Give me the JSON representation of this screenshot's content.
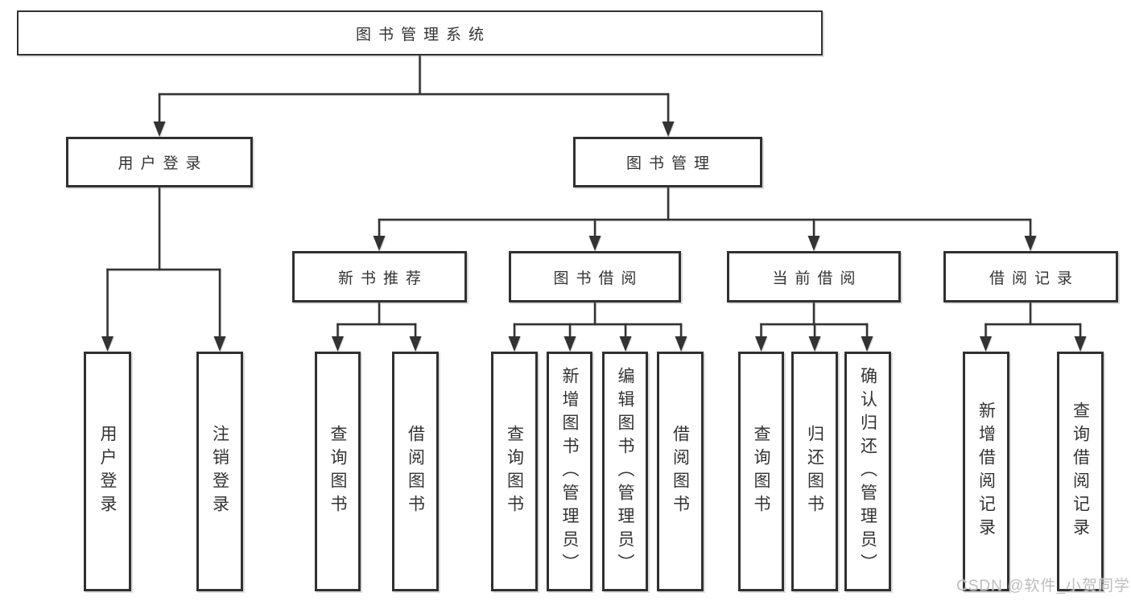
{
  "colors": {
    "line": "#333333",
    "box_border": "#303030",
    "text": "#333333",
    "watermark": "#bdbdbd",
    "background": "#ffffff"
  },
  "tree": {
    "root": {
      "label": "图书管理系统"
    },
    "level2": [
      {
        "label": "用户登录"
      },
      {
        "label": "图书管理"
      }
    ],
    "level3": [
      {
        "label": "新书推荐"
      },
      {
        "label": "图书借阅"
      },
      {
        "label": "当前借阅"
      },
      {
        "label": "借阅记录"
      }
    ],
    "leaves": {
      "user_login": [
        {
          "label": "用户登录"
        },
        {
          "label": "注销登录"
        }
      ],
      "new_book_recommend": [
        {
          "label": "查询图书"
        },
        {
          "label": "借阅图书"
        }
      ],
      "book_borrow": [
        {
          "label": "查询图书"
        },
        {
          "label": "新增图书（管理员）"
        },
        {
          "label": "编辑图书（管理员）"
        },
        {
          "label": "借阅图书"
        }
      ],
      "current_borrow": [
        {
          "label": "查询图书"
        },
        {
          "label": "归还图书"
        },
        {
          "label": "确认归还（管理员）"
        }
      ],
      "borrow_record": [
        {
          "label": "新增借阅记录"
        },
        {
          "label": "查询借阅记录"
        }
      ]
    }
  },
  "watermark": {
    "text": "CSDN @软件_小贺同学"
  }
}
